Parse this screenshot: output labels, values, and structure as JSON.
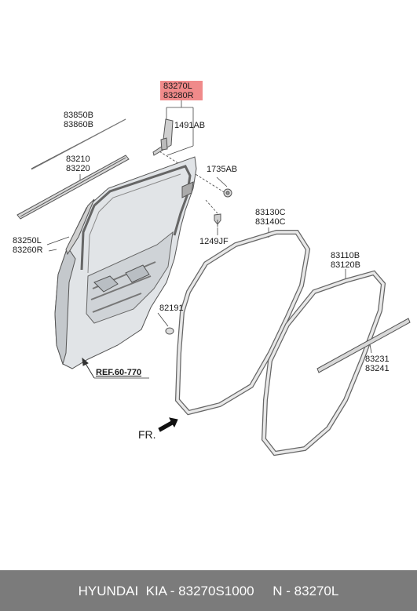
{
  "callouts": {
    "c83270": [
      "83270L",
      "83280R"
    ],
    "c1491": "1491AB",
    "c83850": [
      "83850B",
      "83860B"
    ],
    "c83210": [
      "83210",
      "83220"
    ],
    "c1735": "1735AB",
    "c83250": [
      "83250L",
      "83260R"
    ],
    "c1249": "1249JF",
    "c83130": [
      "83130C",
      "83140C"
    ],
    "c83110": [
      "83110B",
      "83120B"
    ],
    "c82191": "82191",
    "c83231": [
      "83231",
      "83241"
    ]
  },
  "ref_label": "REF.60-770",
  "front_label": "FR.",
  "highlight_color": "#f08a8a",
  "footer": {
    "text": "HYUNDAI  KIA - 83270S1000     N - 83270L",
    "background": "#7b7b7b"
  }
}
